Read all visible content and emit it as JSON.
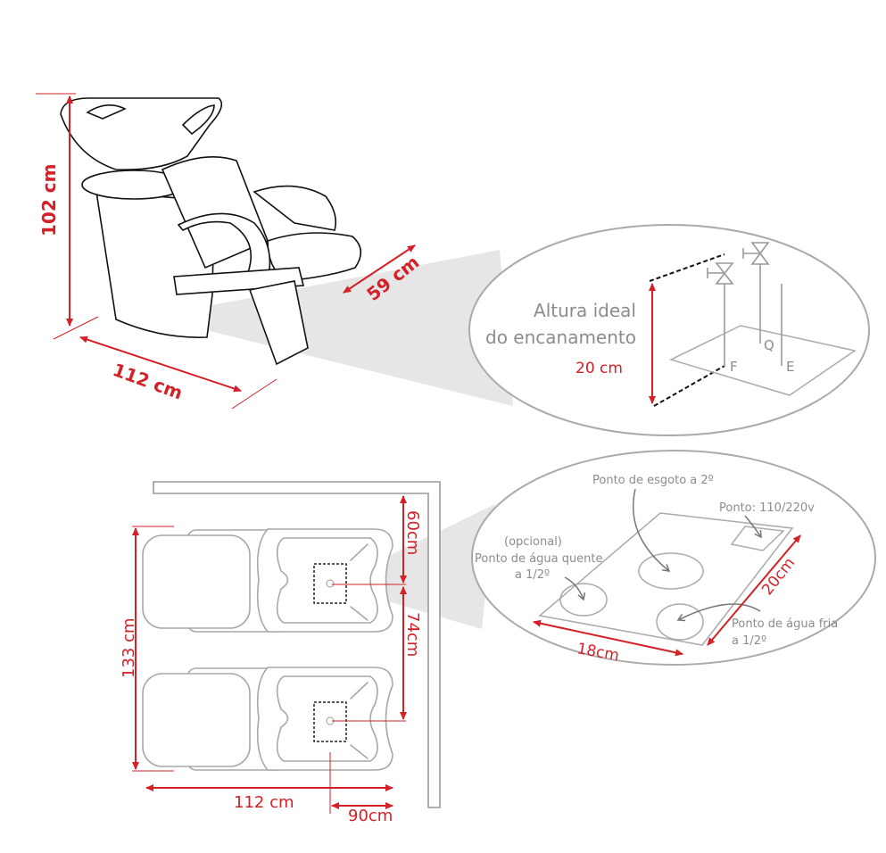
{
  "colors": {
    "dimension": "#d42027",
    "label": "#8c8c8c",
    "outline": "#111111"
  },
  "top_view": {
    "height_label": "102 cm",
    "depth_label": "59 cm",
    "length_label": "112 cm",
    "detail": {
      "title_line1": "Altura ideal",
      "title_line2": "do encanamento",
      "height_label": "20 cm",
      "pipe_f": "F",
      "pipe_q": "Q",
      "pipe_e": "E"
    }
  },
  "floor_plan": {
    "wall_to_drain_label": "60cm",
    "drain_spacing_label": "74cm",
    "total_width_label": "133 cm",
    "total_length_label": "112 cm",
    "wall_offset_label": "90cm",
    "detail": {
      "drain_label": "Ponto de esgoto a 2º",
      "power_label": "Ponto: 110/220v",
      "hot_water_optional": "(opcional)",
      "hot_water_label": "Ponto de água quente",
      "hot_water_size": "a 1/2º",
      "cold_water_label": "Ponto de água fria",
      "cold_water_size": "a 1/2º",
      "width_label": "18cm",
      "depth_label": "20cm"
    }
  }
}
